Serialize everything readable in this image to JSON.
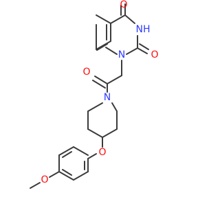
{
  "molecule": {
    "atom_colors": {
      "O": "#ff0d0d",
      "N": "#2e3cff",
      "C": "#3b3b3b"
    },
    "labels": {
      "o_top": "O",
      "nh": "NH",
      "n_ring": "N",
      "o_c2": "O",
      "o_amide": "O",
      "n_pip": "N",
      "o_ether": "O",
      "o_methoxy": "O"
    }
  }
}
